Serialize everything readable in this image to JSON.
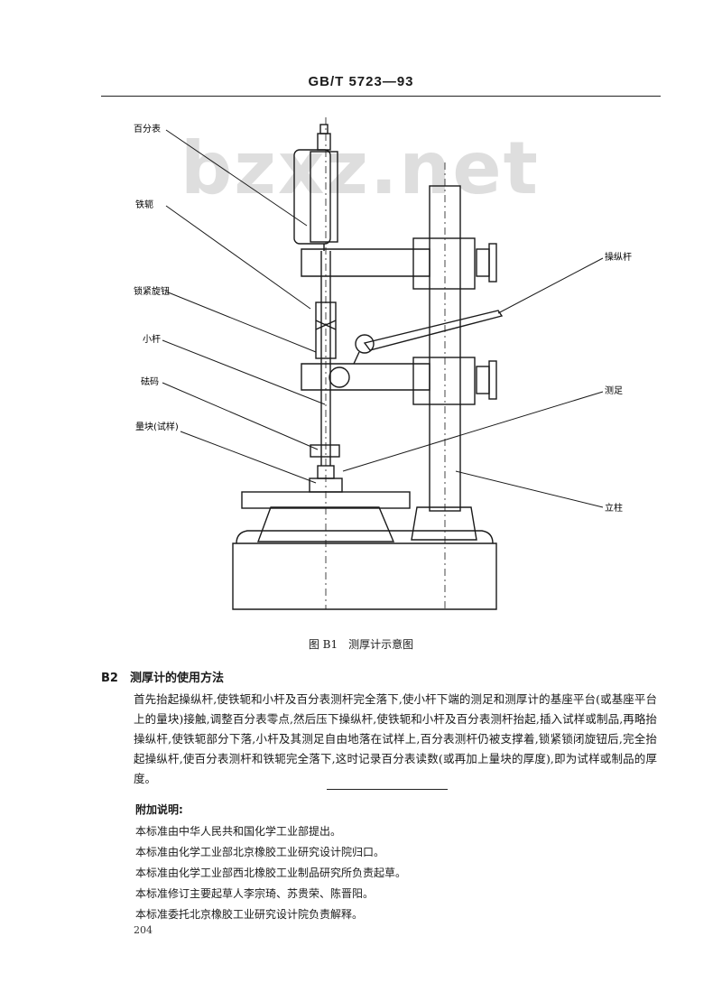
{
  "header": {
    "title": "GB/T 5723—93"
  },
  "watermark": "bzxz.net",
  "figure": {
    "labels": {
      "dial_gauge": "百分表",
      "iron_arm": "铁轭",
      "lock_knob": "锁紧旋钮",
      "small_rod": "小杆",
      "weight": "砝码",
      "gauge_block": "量块(试样)",
      "lever": "操纵杆",
      "foot": "测足",
      "column": "立柱"
    },
    "caption": "图 B1　测厚计示意图"
  },
  "section": {
    "heading": "B2　测厚计的使用方法",
    "body": "首先抬起操纵杆,使铁轭和小杆及百分表测杆完全落下,使小杆下端的测足和测厚计的基座平台(或基座平台上的量块)接触,调整百分表零点,然后压下操纵杆,使铁轭和小杆及百分表测杆抬起,插入试样或制品,再略抬操纵杆,使铁轭部分下落,小杆及其测足自由地落在试样上,百分表测杆仍被支撑着,锁紧锁闭旋钮后,完全抬起操纵杆,使百分表测杆和铁轭完全落下,这时记录百分表读数(或再加上量块的厚度),即为试样或制品的厚度。"
  },
  "notes": {
    "heading": "附加说明:",
    "items": [
      "本标准由中华人民共和国化学工业部提出。",
      "本标准由化学工业部北京橡胶工业研究设计院归口。",
      "本标准由化学工业部西北橡胶工业制品研究所负责起草。",
      "本标准修订主要起草人李宗琦、苏贵荣、陈晋阳。",
      "本标准委托北京橡胶工业研究设计院负责解释。"
    ]
  },
  "page_number": "204"
}
